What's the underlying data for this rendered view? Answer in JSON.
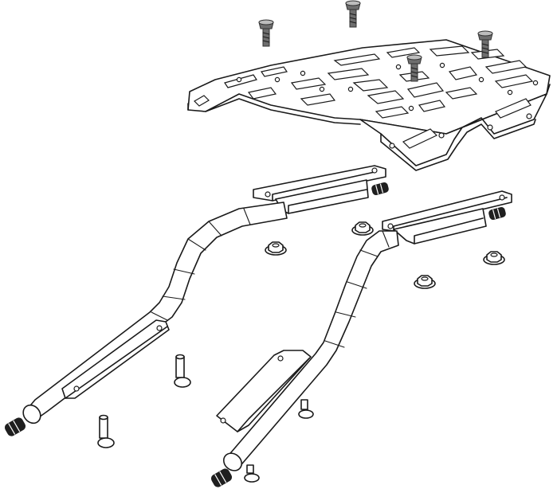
{
  "diagram": {
    "kind": "exploded assembly drawing",
    "colors": {
      "line": "#1a1a1a",
      "background": "#ffffff",
      "screw_head": "#6e6e6e",
      "rubber": "#1f1f1f"
    },
    "parts": [
      {
        "id": "rack-plate",
        "icon": "luggage-rack-plate"
      },
      {
        "id": "bolts-top",
        "icon": "countersunk-bolt",
        "count": 4
      },
      {
        "id": "left-rail",
        "icon": "bent-tube-bracket"
      },
      {
        "id": "right-rail",
        "icon": "bent-tube-bracket"
      },
      {
        "id": "flange-nuts",
        "icon": "hex-flange-nut",
        "count": 4
      },
      {
        "id": "rubber-grommets",
        "icon": "ribbed-rubber-spacer",
        "count": 4
      },
      {
        "id": "pins",
        "icon": "pin-bolt",
        "count": 4
      }
    ]
  }
}
